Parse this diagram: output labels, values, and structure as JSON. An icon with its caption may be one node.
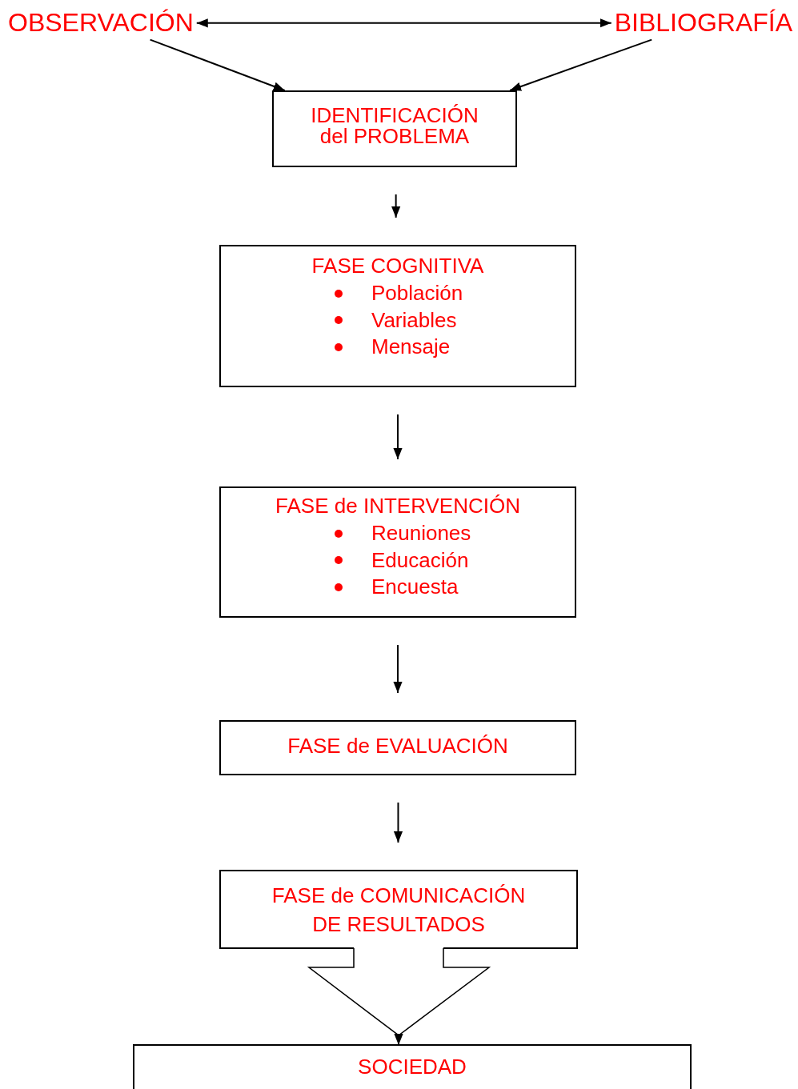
{
  "diagram": {
    "nodes": [
      {
        "text": [
          "OBSERVACIÓN"
        ]
      },
      {
        "text": [
          "BIBLIOGRAFÍA"
        ]
      },
      {
        "text": [
          "IDENTIFICACIÓN del PROBLEMA"
        ]
      },
      {
        "text": [
          "FASE COGNITIVA",
          "Población",
          "Variables",
          "Mensaje"
        ]
      },
      {
        "text": [
          "FASE de INTERVENCIÓN",
          "Reuniones",
          "Educación",
          "Encuesta"
        ]
      },
      {
        "text": [
          "FASE de EVALUACIÓN"
        ]
      },
      {
        "text": [
          "FASE de COMUNICACIÓN DE RESULTADOS"
        ]
      },
      {
        "text": [
          "SOCIEDAD"
        ]
      }
    ],
    "edges": [
      {
        "from": 0,
        "to": 1,
        "arrow": "both"
      },
      {
        "from": 0,
        "to": 2,
        "arrow": "to"
      },
      {
        "from": 1,
        "to": 2,
        "arrow": "to"
      },
      {
        "from": 2,
        "to": 3,
        "arrow": "to"
      },
      {
        "from": 3,
        "to": 4,
        "arrow": "to"
      },
      {
        "from": 4,
        "to": 5,
        "arrow": "to"
      },
      {
        "from": 5,
        "to": 6,
        "arrow": "to"
      },
      {
        "from": 6,
        "to": 7,
        "arrow": "to"
      }
    ]
  }
}
